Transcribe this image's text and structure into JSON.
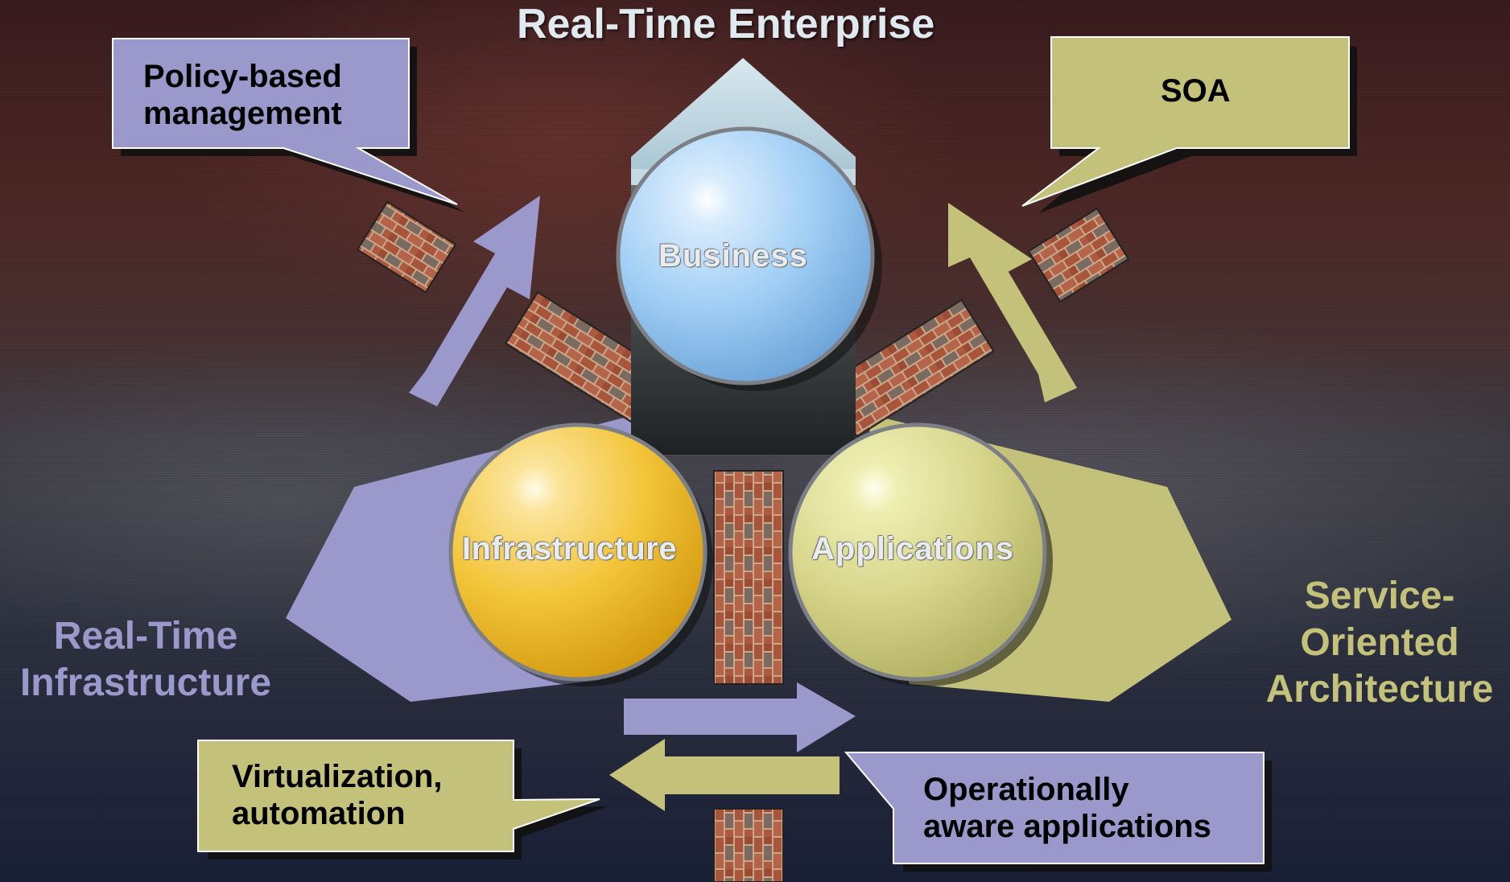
{
  "title": "Real-Time Enterprise",
  "spheres": {
    "business": "Business",
    "infrastructure": "Infrastructure",
    "applications": "Applications"
  },
  "side_labels": {
    "left": [
      "Real-Time",
      "Infrastructure"
    ],
    "right": [
      "Service-",
      "Oriented",
      "Architecture"
    ]
  },
  "callouts": {
    "policy": [
      "Policy-based",
      "management"
    ],
    "soa": "SOA",
    "virtualization": [
      "Virtualization,",
      "automation"
    ],
    "operational": [
      "Operationally",
      "aware applications"
    ]
  },
  "colors": {
    "lavender": "#9b98cc",
    "olive": "#c4c27a",
    "business_sphere": "#8fc3f1",
    "infrastructure_sphere": "#f2c030",
    "applications_sphere": "#d8d68a",
    "brick": "#a5553a"
  }
}
